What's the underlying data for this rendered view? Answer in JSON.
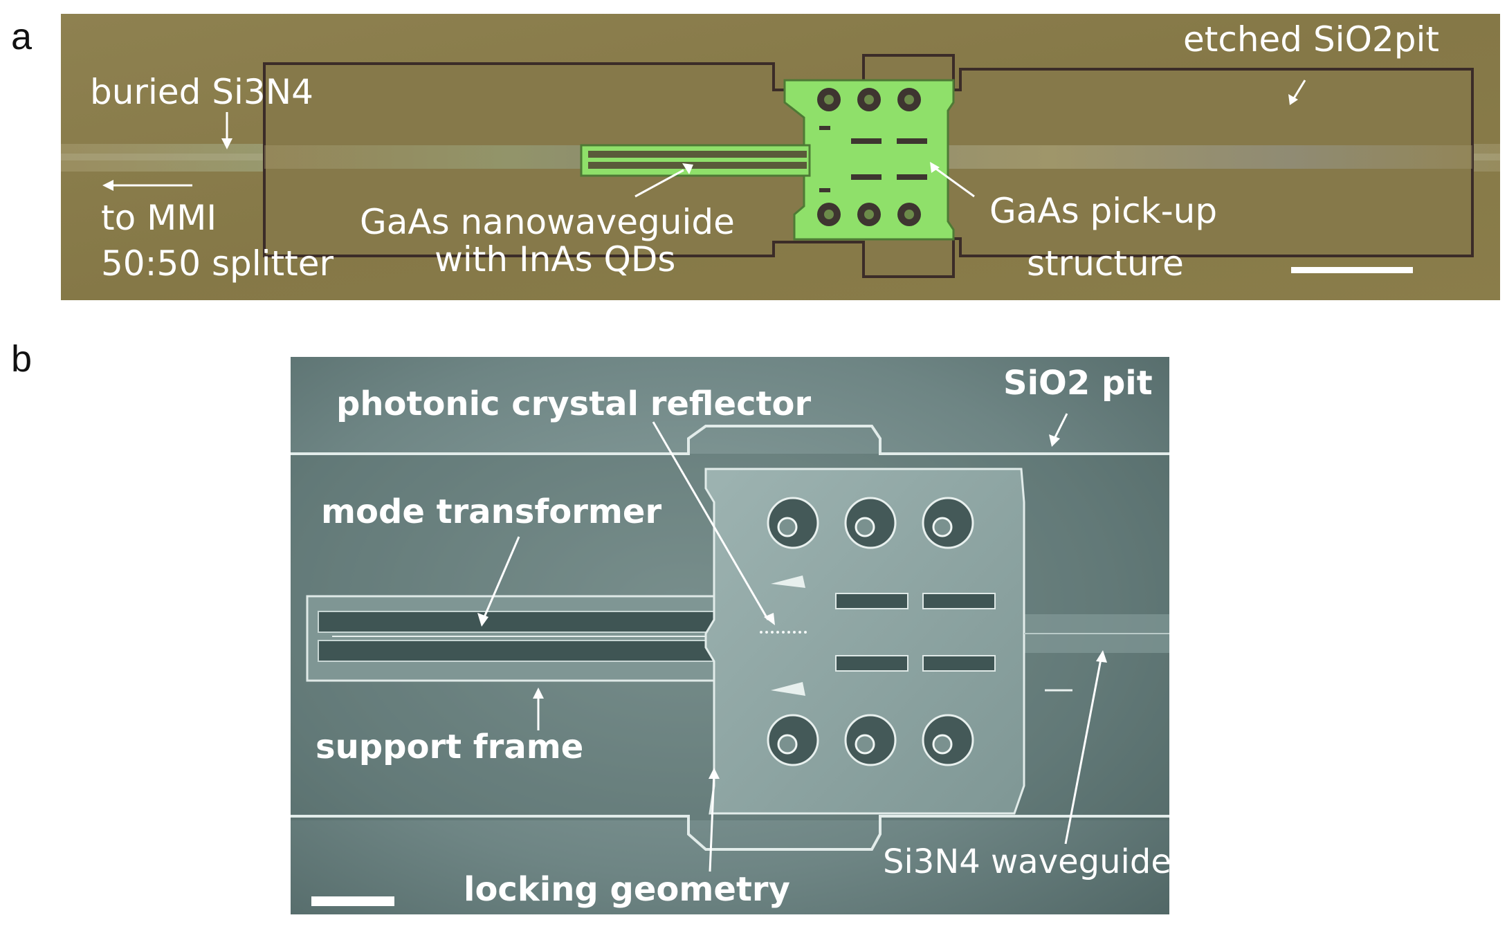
{
  "panel_a": {
    "letter": "a",
    "labels": {
      "buried": "buried Si3N4",
      "to_mmi": "to MMI",
      "splitter": "50:50 splitter",
      "nanowg_1": "GaAs nanowaveguide",
      "nanowg_2": "with InAs QDs",
      "pickup_1": "GaAs pick-up",
      "pickup_2": "structure",
      "etched": "etched SiO2pit"
    },
    "colors": {
      "background": "#8a7c48",
      "pickup_green": "#8fe06a",
      "outline": "#3a2a28"
    }
  },
  "panel_b": {
    "letter": "b",
    "labels": {
      "pcr": "photonic crystal reflector",
      "mode": "mode transformer",
      "support": "support frame",
      "locking": "locking geometry",
      "sio2pit": "SiO2 pit",
      "si3n4wg": "Si3N4 waveguide"
    },
    "colors": {
      "background": "#6f8584",
      "edge": "#d8e6e4"
    }
  }
}
